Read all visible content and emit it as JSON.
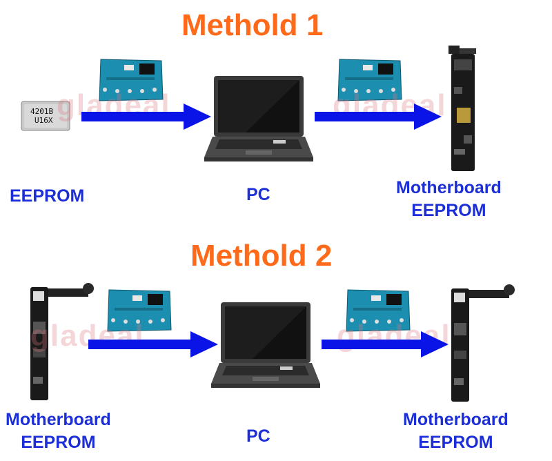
{
  "method1": {
    "title": "Methold 1",
    "label_left": "EEPROM",
    "label_center": "PC",
    "label_right_line1": "Motherboard",
    "label_right_line2": "EEPROM",
    "chip_line1": "4201B",
    "chip_line2": "U16X"
  },
  "method2": {
    "title": "Methold 2",
    "label_left_line1": "Motherboard",
    "label_left_line2": "EEPROM",
    "label_center": "PC",
    "label_right_line1": "Motherboard",
    "label_right_line2": "EEPROM"
  },
  "watermark": "gladeal",
  "colors": {
    "title": "#ff6a1a",
    "label": "#1c2fd6",
    "arrow": "#0a14e6",
    "programmer_board": "#1c8fb0"
  }
}
